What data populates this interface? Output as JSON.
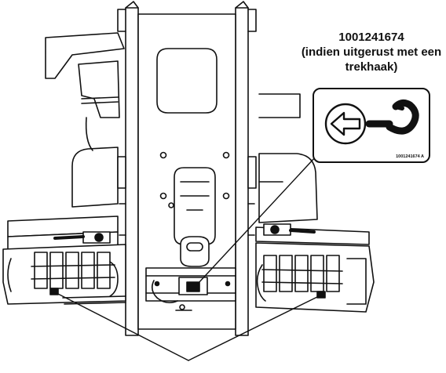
{
  "label": {
    "part_number": "1001241674",
    "condition": "(indien uitgerust met een trekhaak)"
  },
  "decal": {
    "code": "1001241674 A",
    "icons": [
      "arrow-left-icon",
      "tow-hook-icon"
    ]
  }
}
